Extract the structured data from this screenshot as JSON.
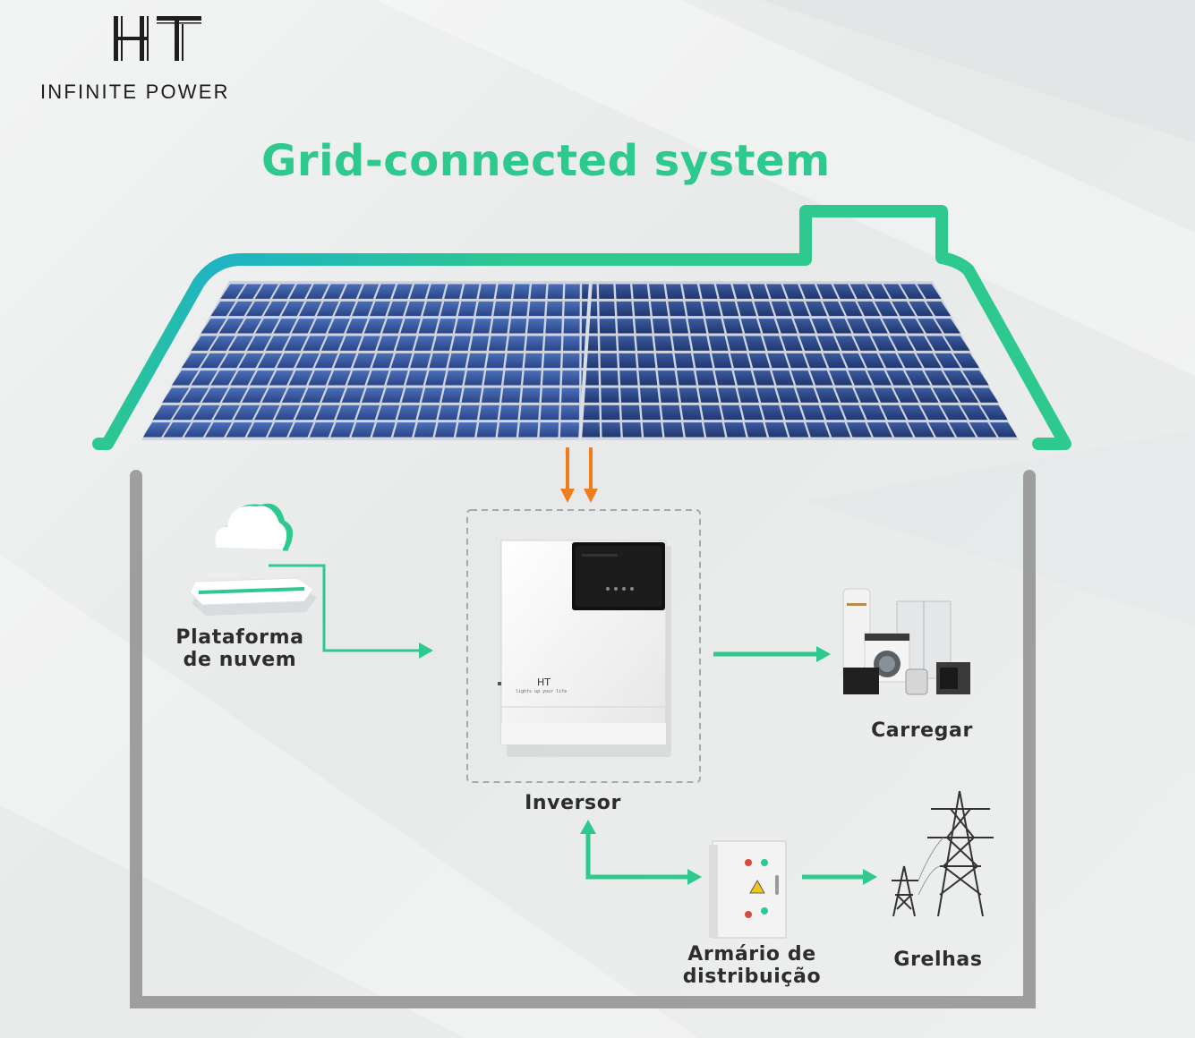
{
  "brand": {
    "logo_text": "HT",
    "tagline": "INFINITE POWER",
    "inverter_brand": "HT",
    "inverter_slogan": "lights up your life"
  },
  "title": "Grid-connected system",
  "colors": {
    "accent_green": "#2ec98e",
    "accent_teal": "#1fb3c4",
    "arrow_orange": "#f07d1c",
    "house_outline": "#9e9e9e",
    "panel_blue": "#2c4a8c"
  },
  "nodes": {
    "cloud": {
      "label_line1": "Plataforma",
      "label_line2": "de nuvem",
      "icon": "cloud-platform-icon"
    },
    "inverter": {
      "label": "Inversor",
      "icon": "inverter-icon"
    },
    "load": {
      "label": "Carregar",
      "icon": "appliances-icon"
    },
    "cabinet": {
      "label_line1": "Armário de",
      "label_line2": "distribuição",
      "icon": "distribution-cabinet-icon"
    },
    "grid": {
      "label": "Grelhas",
      "icon": "power-tower-icon"
    },
    "solar": {
      "icon": "solar-panel-icon"
    }
  }
}
